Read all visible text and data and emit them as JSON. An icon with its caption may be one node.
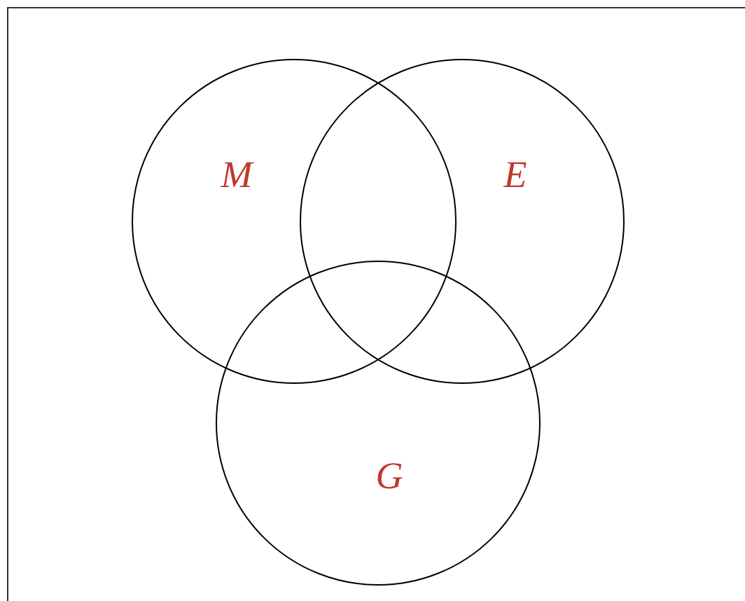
{
  "diagram": {
    "nodes": [
      {
        "text": [
          "M"
        ]
      },
      {
        "text": [
          "E"
        ]
      },
      {
        "text": [
          "G"
        ]
      }
    ]
  }
}
